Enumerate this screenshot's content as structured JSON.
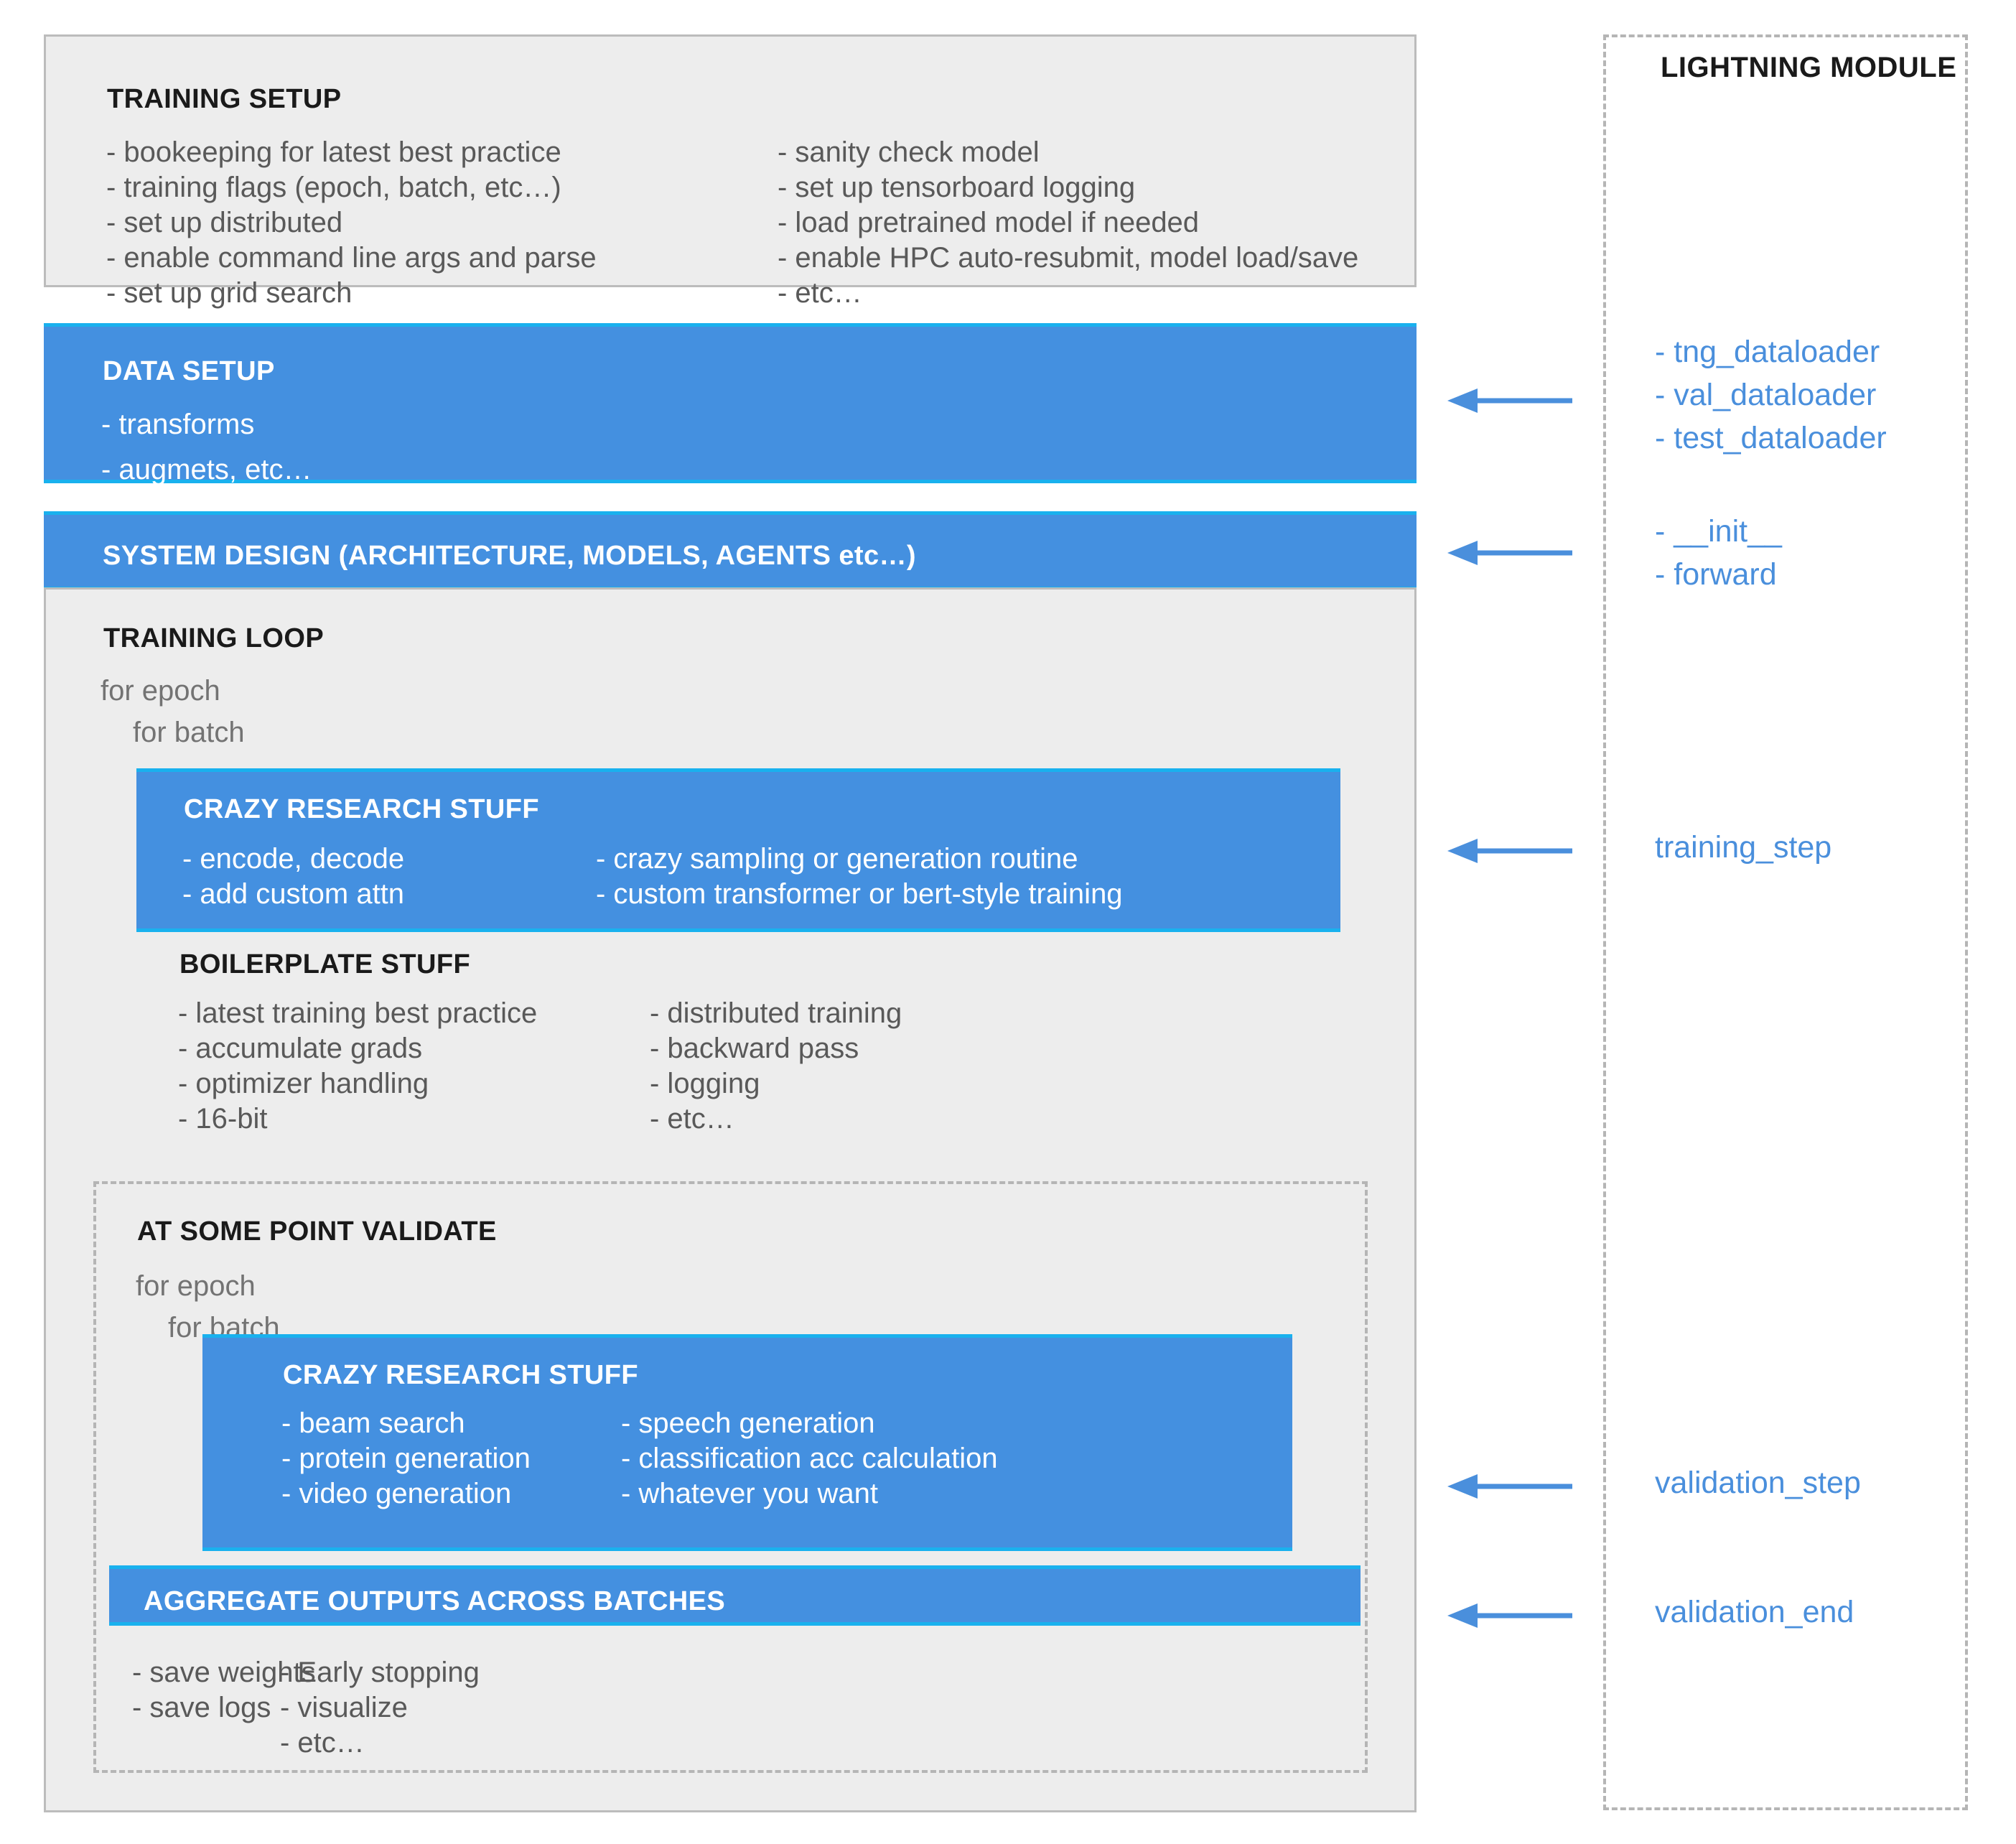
{
  "colors": {
    "blue_fill": "#4490e0",
    "blue_accent": "#19b1ee",
    "gray_fill": "#ededed",
    "gray_border": "#bcbcbc",
    "link_blue": "#4a8fdc",
    "body_text": "#595959"
  },
  "training_setup": {
    "title": "TRAINING SETUP",
    "col_left": [
      "- bookeeping for latest best practice",
      "- training flags (epoch, batch, etc…)",
      "- set up distributed",
      "- enable command line args and parse",
      "- set up grid search"
    ],
    "col_right": [
      "- sanity check model",
      "- set up tensorboard logging",
      "- load pretrained model if needed",
      "- enable HPC auto-resubmit, model load/save",
      "- etc…"
    ]
  },
  "data_setup": {
    "title": "DATA SETUP",
    "bullet_1": "- transforms",
    "bullet_2": "- augmets, etc…"
  },
  "system_design": {
    "title": "SYSTEM DESIGN (ARCHITECTURE, MODELS, AGENTS etc…)"
  },
  "training_loop": {
    "title": "TRAINING LOOP",
    "for_epoch": "for epoch",
    "for_batch": "for batch",
    "crazy_research": {
      "title": "CRAZY RESEARCH STUFF",
      "col_left": [
        "- encode, decode",
        "- add custom attn"
      ],
      "col_right": [
        "- crazy sampling or generation routine",
        "- custom transformer or bert-style training"
      ]
    },
    "boilerplate": {
      "title": "BOILERPLATE STUFF",
      "col_left": [
        "- latest training best practice",
        "- accumulate grads",
        "- optimizer handling",
        "- 16-bit"
      ],
      "col_right": [
        "- distributed training",
        "- backward pass",
        "- logging",
        "- etc…"
      ]
    },
    "validate": {
      "title": "AT SOME POINT VALIDATE",
      "for_epoch": "for epoch",
      "for_batch": "for batch",
      "crazy_research": {
        "title": "CRAZY RESEARCH STUFF",
        "col_left": [
          "- beam search",
          "- protein generation",
          "- video generation"
        ],
        "col_right": [
          "- speech generation",
          "- classification acc calculation",
          "- whatever you want"
        ]
      },
      "aggregate_title": "AGGREGATE OUTPUTS ACROSS BATCHES",
      "save_left": [
        "- save weights",
        "- save logs"
      ],
      "save_right": [
        "- Early stopping",
        "- visualize",
        "- etc…"
      ]
    }
  },
  "lightning_module": {
    "title": "LIGHTNING MODULE",
    "dataloaders": [
      "- tng_dataloader",
      "- val_dataloader",
      "- test_dataloader"
    ],
    "core": [
      "- __init__",
      "- forward"
    ],
    "training_step": "training_step",
    "validation_step": "validation_step",
    "validation_end": "validation_end"
  }
}
